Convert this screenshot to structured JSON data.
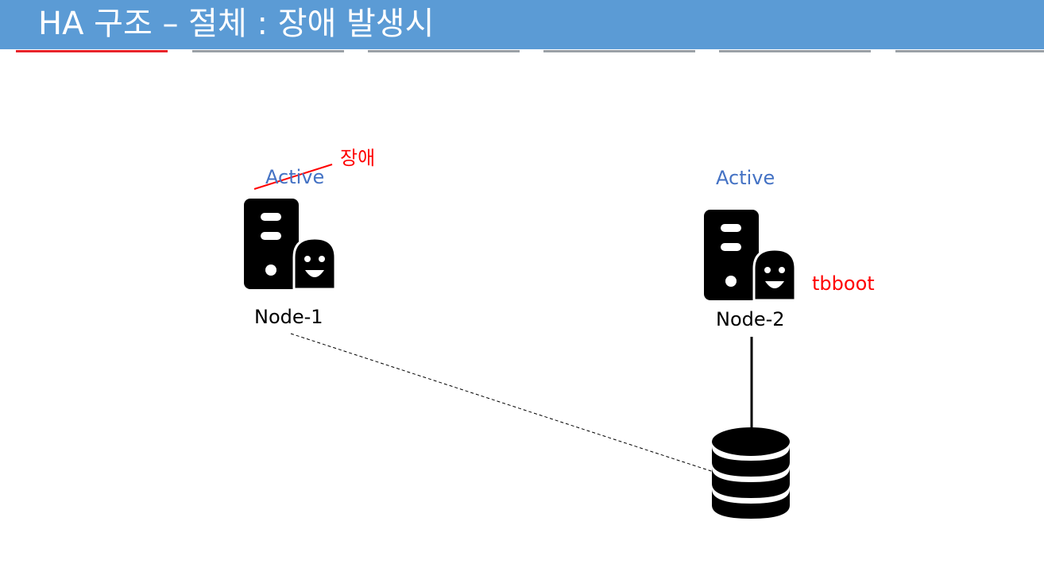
{
  "slide": {
    "title": "HA 구조 – 절체 : 장애 발생시",
    "tab_count": 6,
    "active_tab_index": 0
  },
  "nodes": [
    {
      "name": "Node-1",
      "status": "Active",
      "status_struck": true,
      "fault_label": "장애",
      "icon": "server-with-user-icon"
    },
    {
      "name": "Node-2",
      "status": "Active",
      "process_label": "tbboot",
      "icon": "server-with-user-icon"
    }
  ],
  "storage": {
    "icon": "database-icon"
  },
  "links": [
    {
      "from": "Node-1",
      "to": "database",
      "style": "dashed"
    },
    {
      "from": "Node-2",
      "to": "database",
      "style": "solid"
    }
  ],
  "colors": {
    "title_bar": "#5b9bd5",
    "active_status": "#4472c4",
    "fault": "#ff0000",
    "active_tab": "#e8232a",
    "inactive_tab": "#9aa0a6"
  }
}
